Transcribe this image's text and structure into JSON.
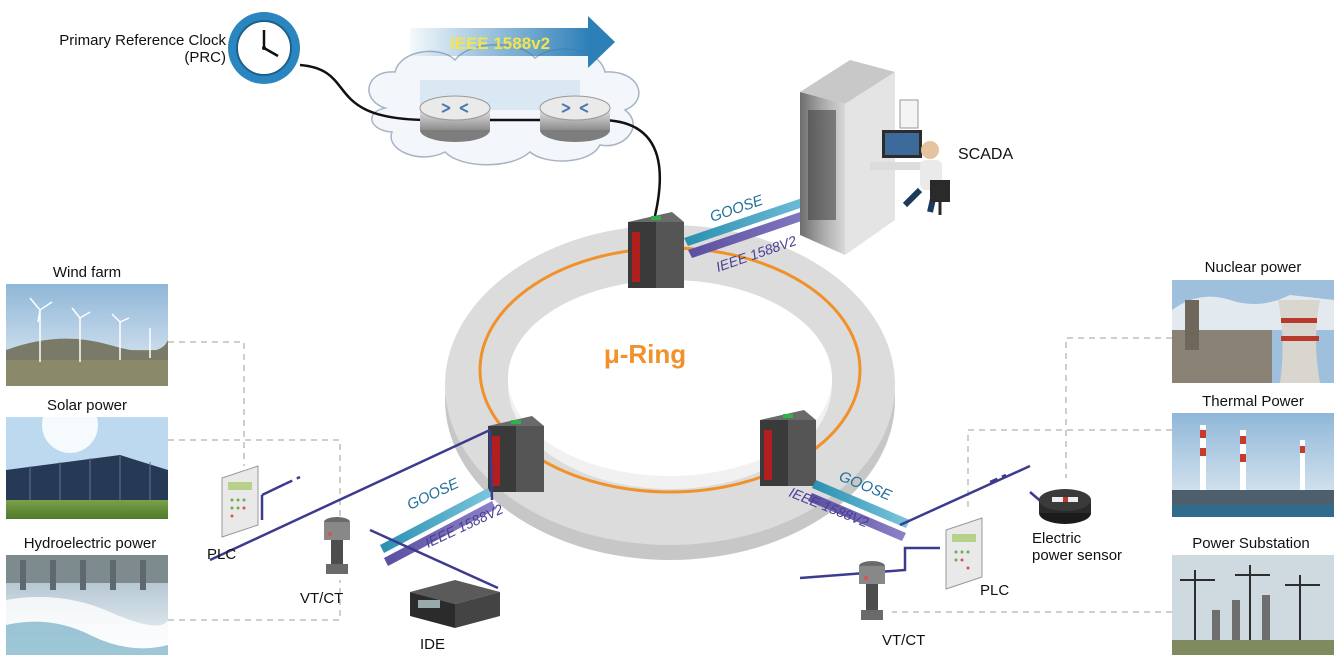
{
  "clock": {
    "name": "Primary Reference Clock",
    "abbr": "(PRC)"
  },
  "cloud": {
    "protocol": "IEEE 1588v2"
  },
  "ring": {
    "label": "μ-Ring"
  },
  "scada": {
    "label": "SCADA"
  },
  "sources_left": [
    {
      "label": "Wind farm"
    },
    {
      "label": "Solar power"
    },
    {
      "label": "Hydroelectric power"
    }
  ],
  "sources_right": [
    {
      "label": "Nuclear power"
    },
    {
      "label": "Thermal Power"
    },
    {
      "label": "Power Substation"
    }
  ],
  "devices_left": {
    "plc": "PLC",
    "vtct": "VT/CT",
    "ide": "IDE"
  },
  "devices_right": {
    "plc": "PLC",
    "vtct": "VT/CT",
    "sensor_line1": "Electric",
    "sensor_line2": "power sensor"
  },
  "links": {
    "goose": "GOOSE",
    "ptp": "IEEE 1588V2"
  },
  "colors": {
    "ring_orange": "#f0912a",
    "ring_gray": "#d9d9d9",
    "arrow_blue": "#2d7fb8",
    "link_purple": "#5a4fa0",
    "link_teal": "#2a8fb0",
    "wire_navy": "#3d3b8e"
  }
}
